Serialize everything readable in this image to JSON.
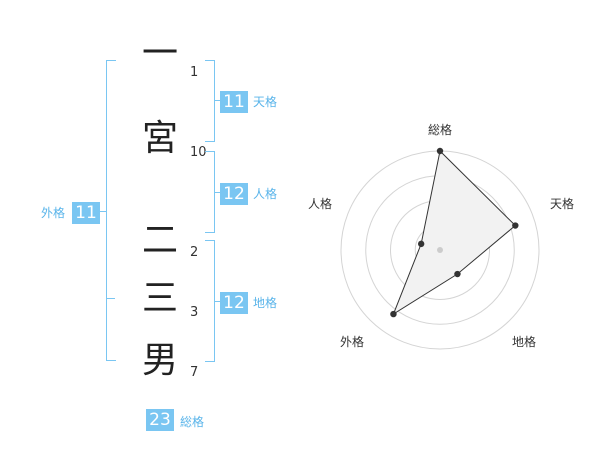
{
  "name_chars": [
    {
      "char": "一",
      "strokes": "1"
    },
    {
      "char": "宮",
      "strokes": "10"
    },
    {
      "char": "二",
      "strokes": "2"
    },
    {
      "char": "三",
      "strokes": "3"
    },
    {
      "char": "男",
      "strokes": "7"
    }
  ],
  "fortunes": {
    "tenkaku": {
      "label": "天格",
      "value": "11"
    },
    "jinkaku": {
      "label": "人格",
      "value": "12"
    },
    "chikaku": {
      "label": "地格",
      "value": "12"
    },
    "gaikaku": {
      "label": "外格",
      "value": "11"
    },
    "soukaku": {
      "label": "総格",
      "value": "23"
    }
  },
  "chart_data": {
    "type": "radar",
    "axes": [
      "総格",
      "天格",
      "地格",
      "外格",
      "人格"
    ],
    "values": [
      5,
      4,
      1.5,
      4,
      1
    ],
    "rmax": 5,
    "rings": 4,
    "fill": "#f2f2f2",
    "line": "#333333"
  },
  "colors": {
    "accent": "#7ac6f2",
    "accent_text": "#59b4ea"
  }
}
